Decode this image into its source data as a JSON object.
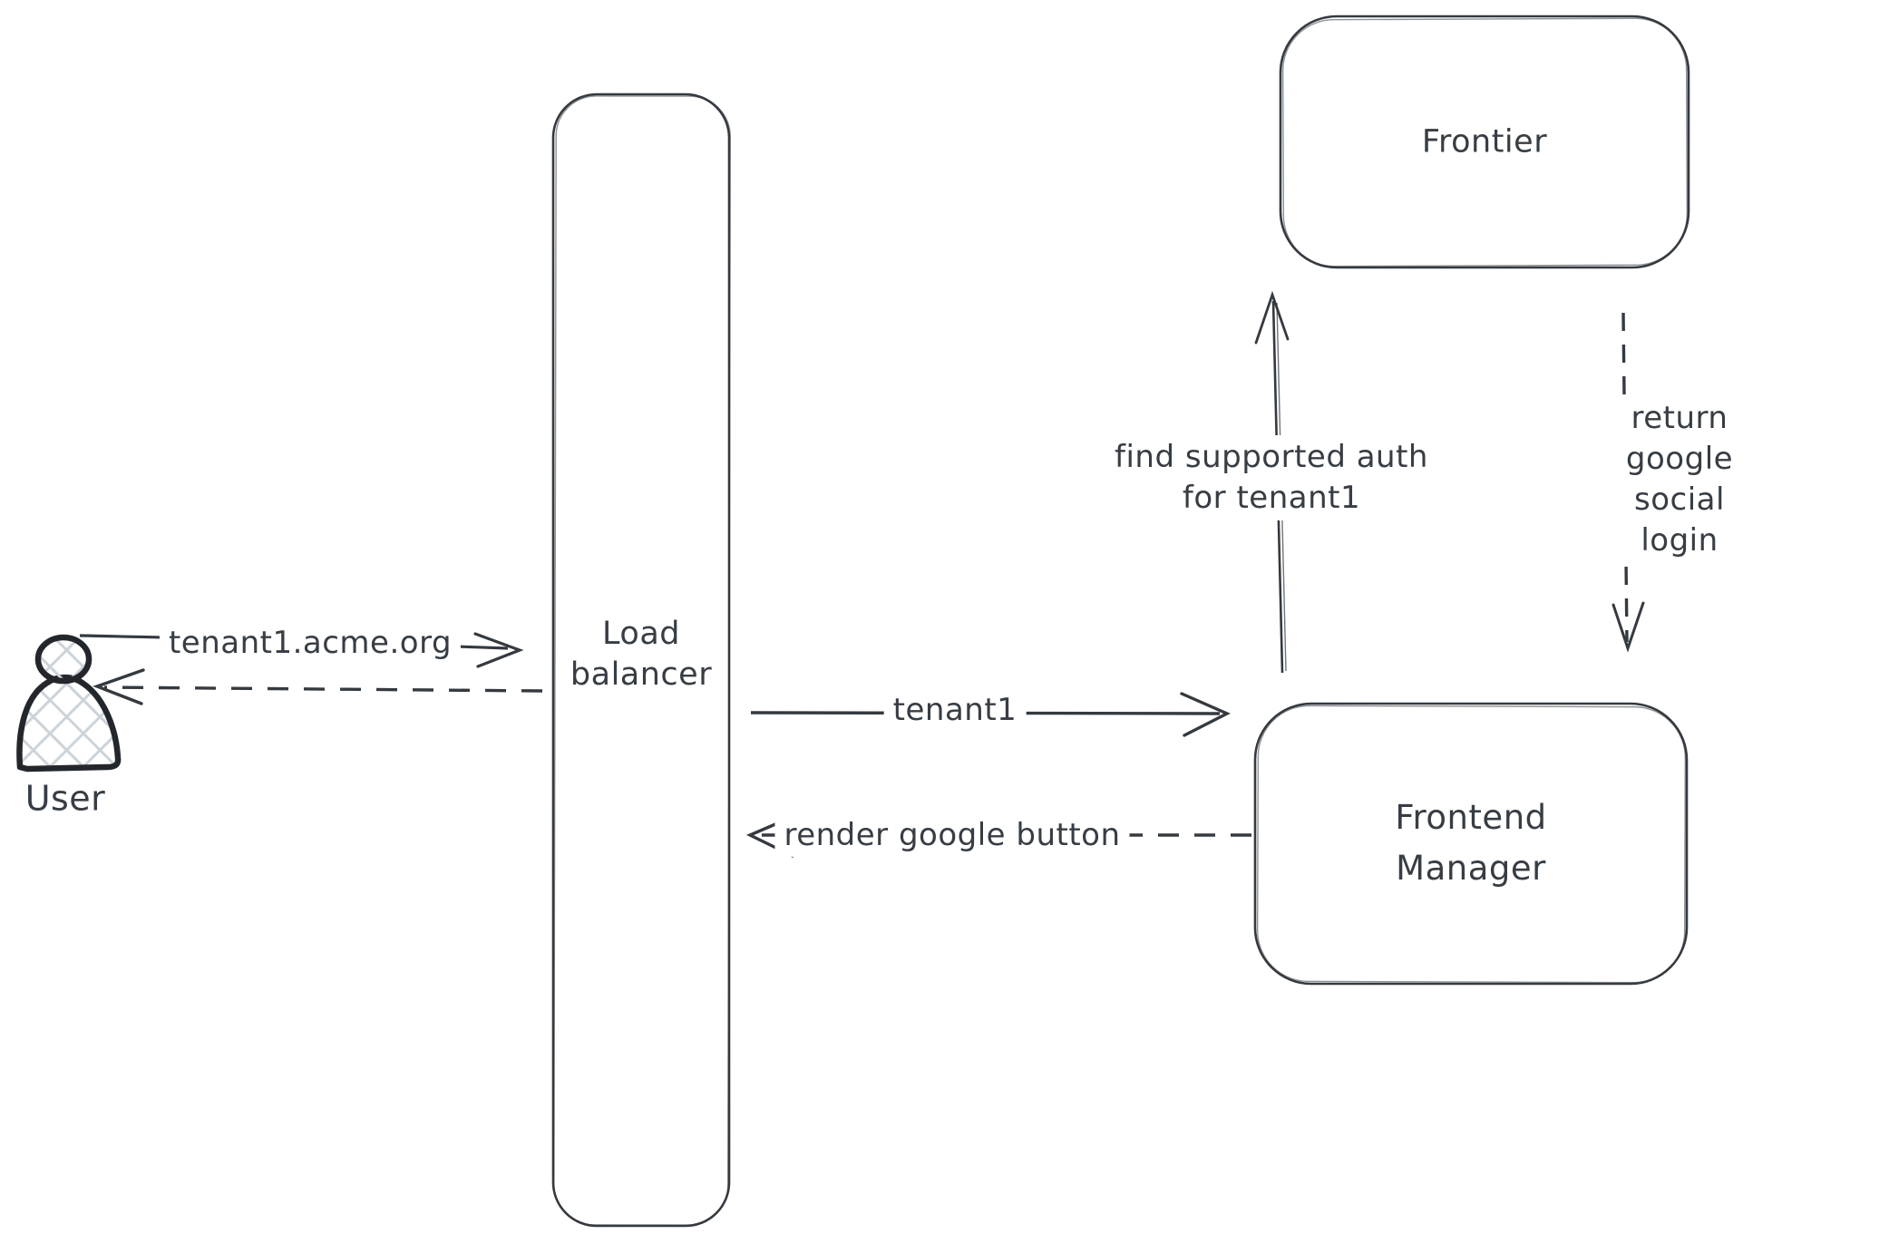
{
  "diagram": {
    "background_color": "#ffffff",
    "stroke_color": "#343a40",
    "user_outline_color": "#23272c",
    "hatch_fill_color": "#ccd3da",
    "nodes": {
      "user": {
        "label": "User",
        "shape": "person-icon"
      },
      "load_balancer": {
        "label": "Load\nbalancer",
        "shape": "rounded-rectangle"
      },
      "frontier": {
        "label": "Frontier",
        "shape": "rounded-rectangle"
      },
      "frontend_manager": {
        "label": "Frontend\nManager",
        "shape": "rounded-rectangle"
      }
    },
    "edges": {
      "user_to_load_balancer": {
        "label": "tenant1.acme.org",
        "style": "solid",
        "direction": "user → load balancer"
      },
      "load_balancer_to_user": {
        "label": "",
        "style": "dashed",
        "direction": "load balancer → user"
      },
      "load_balancer_to_frontend_manager": {
        "label": "tenant1",
        "style": "solid",
        "direction": "load balancer → frontend manager"
      },
      "frontend_manager_to_load_balancer": {
        "label": "render google button",
        "style": "dashed",
        "direction": "frontend manager → load balancer"
      },
      "frontend_manager_to_frontier": {
        "label": "find supported auth\nfor tenant1",
        "style": "solid",
        "direction": "frontend manager → frontier"
      },
      "frontier_to_frontend_manager": {
        "label": "return google social\nlogin",
        "style": "dashed",
        "direction": "frontier → frontend manager"
      }
    }
  }
}
